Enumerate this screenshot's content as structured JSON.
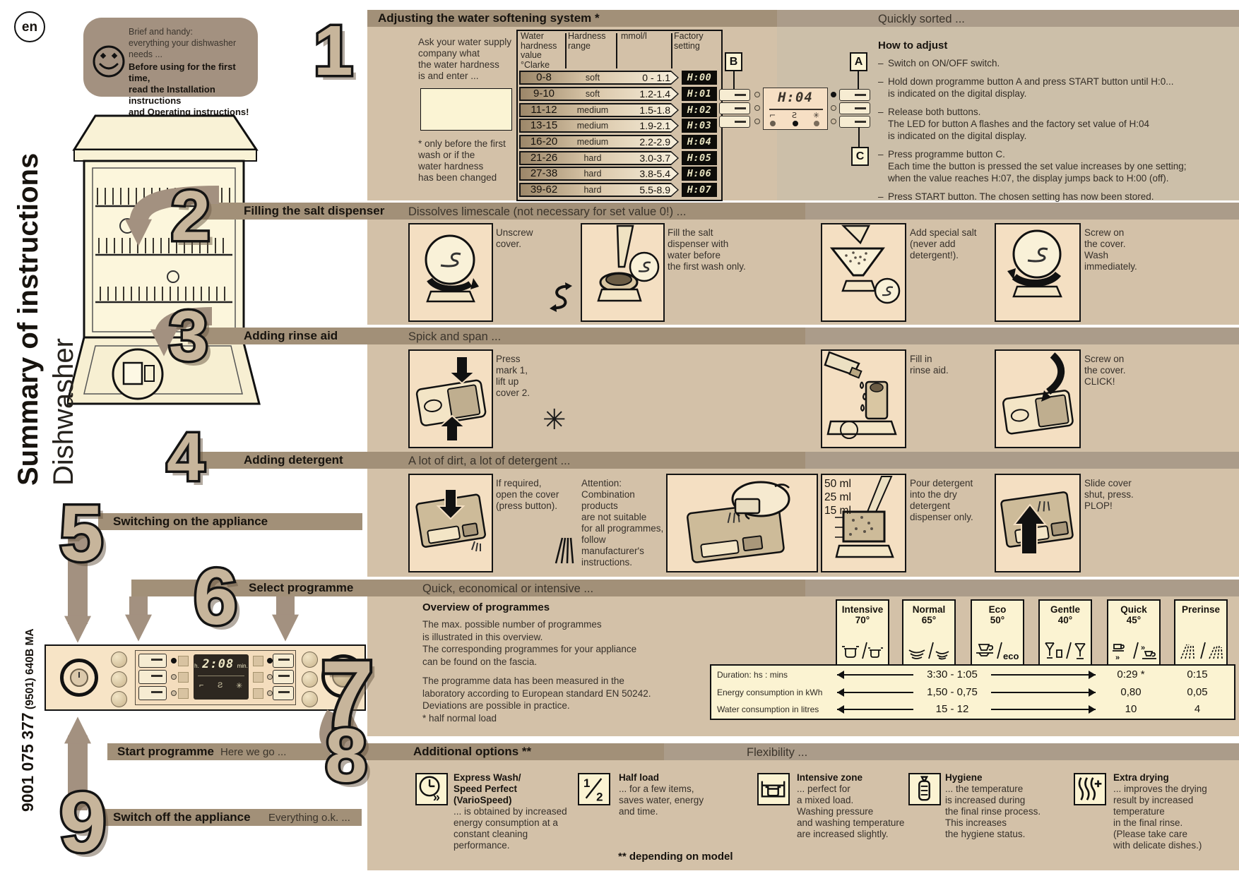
{
  "page": {
    "lang_badge": "en",
    "vertical_title_bold": "Summary of instructions",
    "vertical_title_regular": " Dishwasher",
    "doc_number": "9001 075 377",
    "doc_number_small": " (9501) 640B MA"
  },
  "intro": {
    "light": "Brief and handy:\neverything your dishwasher\nneeds ...",
    "bold": "Before using for the first time,\nread the Installation instructions\nand Operating instructions!"
  },
  "s1": {
    "num": "1",
    "title": "Adjusting the water softening system *",
    "tagline": "Quickly sorted ...",
    "ask": "Ask your water supply\ncompany what\nthe water hardness\nis and enter ...",
    "footnote": "* only before the first\nwash or if the\nwater hardness\nhas been changed",
    "table": {
      "h_clarke": "Water\nhardness\nvalue\n°Clarke",
      "h_range": "Hardness\nrange",
      "h_mmol": "mmol/l",
      "h_setting": "Factory\nsetting",
      "rows": [
        {
          "clarke": "0-8",
          "range": "soft",
          "mmol": "0 - 1.1",
          "set": "H:00"
        },
        {
          "clarke": "9-10",
          "range": "soft",
          "mmol": "1.2-1.4",
          "set": "H:01"
        },
        {
          "clarke": "11-12",
          "range": "medium",
          "mmol": "1.5-1.8",
          "set": "H:02"
        },
        {
          "clarke": "13-15",
          "range": "medium",
          "mmol": "1.9-2.1",
          "set": "H:03"
        },
        {
          "clarke": "16-20",
          "range": "medium",
          "mmol": "2.2-2.9",
          "set": "H:04"
        },
        {
          "clarke": "21-26",
          "range": "hard",
          "mmol": "3.0-3.7",
          "set": "H:05"
        },
        {
          "clarke": "27-38",
          "range": "hard",
          "mmol": "3.8-5.4",
          "set": "H:06"
        },
        {
          "clarke": "39-62",
          "range": "hard",
          "mmol": "5.5-8.9",
          "set": "H:07"
        }
      ]
    },
    "panel": {
      "label_b": "B",
      "label_a": "A",
      "label_c": "C",
      "display": "H:04",
      "indicator_icons": [
        "water-tap-icon",
        "salt-refill-icon",
        "rinse-aid-icon"
      ]
    },
    "howto": {
      "title": "How to adjust",
      "steps": [
        "Switch on ON/OFF switch.",
        "Hold down programme button A and press START button until H:0...\nis indicated on the digital display.",
        "Release both buttons.\nThe LED for button A flashes and the factory set value of H:04\nis indicated on the digital display.",
        "Press programme button C.\nEach time the button is pressed the set value increases by one setting;\nwhen the value reaches H:07, the display jumps back to H:00 (off).",
        "Press START button. The chosen setting has now been stored."
      ]
    }
  },
  "s2": {
    "num": "2",
    "title": "Filling the salt dispenser",
    "tagline": "Dissolves limescale (not necessary for set value 0!) ...",
    "caps": [
      "Unscrew\ncover.",
      "Fill the salt\ndispenser with\nwater before\nthe first wash only.",
      "Add special salt\n(never add\ndetergent!).",
      "Screw on\nthe cover.\nWash\nimmediately."
    ]
  },
  "s3": {
    "num": "3",
    "title": "Adding rinse aid",
    "tagline": "Spick and span ...",
    "caps": [
      "Press\nmark 1,\nlift up\ncover 2.",
      "Fill in\nrinse aid.",
      "Screw on\nthe cover.\nCLICK!"
    ]
  },
  "s4": {
    "num": "4",
    "title": "Adding detergent",
    "tagline": "A lot of dirt, a lot of detergent ...",
    "caps": [
      "If required,\nopen the cover\n(press button).",
      "Pour detergent\ninto the dry\ndetergent\ndispenser only.",
      "Slide cover\nshut, press.\nPLOP!"
    ],
    "attention": "Attention:\nCombination\nproducts\nare not suitable\nfor all programmes,\nfollow\nmanufacturer's\ninstructions.",
    "ml_labels": "50 ml\n25 ml\n15 ml"
  },
  "s5": {
    "num": "5",
    "title": "Switching on the appliance"
  },
  "s6": {
    "num": "6",
    "title": "Select programme",
    "tagline": "Quick, economical or intensive ...",
    "overview_title": "Overview of programmes",
    "p1": "The max. possible number of programmes\nis illustrated in this overview.\nThe corresponding programmes for your appliance\ncan be found on the fascia.",
    "p2": "The programme data has been measured in the\nlaboratory according to European standard EN 50242.\nDeviations are possible in practice.\n* half normal load",
    "chart_data": {
      "type": "table",
      "programmes": [
        {
          "name": "Intensive",
          "temp": "70°"
        },
        {
          "name": "Normal",
          "temp": "65°"
        },
        {
          "name": "Eco",
          "temp": "50°"
        },
        {
          "name": "Gentle",
          "temp": "40°"
        },
        {
          "name": "Quick",
          "temp": "45°"
        },
        {
          "name": "Prerinse",
          "temp": ""
        }
      ],
      "rows": [
        {
          "label": "Duration: hs : mins",
          "range": "3:30 - 1:05",
          "quick": "0:29 *",
          "prerinse": "0:15"
        },
        {
          "label": "Energy consumption in kWh",
          "range": "1,50 - 0,75",
          "quick": "0,80",
          "prerinse": "0,05"
        },
        {
          "label": "Water consumption in litres",
          "range": "15 - 12",
          "quick": "10",
          "prerinse": "4"
        }
      ]
    }
  },
  "s7": {
    "num": "7",
    "title": "Additional options **",
    "tagline": "Flexibility ...",
    "options": [
      {
        "title": "Express Wash/\nSpeed Perfect\n(VarioSpeed)",
        "body": "... is obtained by increased\nenergy consumption at a\nconstant cleaning\nperformance."
      },
      {
        "title": "Half load",
        "body": "... for a few items,\nsaves water, energy\nand time."
      },
      {
        "title": "Intensive zone",
        "body": "... perfect for\na mixed load.\nWashing pressure\nand washing temperature\nare increased slightly."
      },
      {
        "title": "Hygiene",
        "body": "... the temperature\nis increased during\nthe final rinse process.\nThis increases\nthe hygiene status."
      },
      {
        "title": "Extra drying",
        "body": "... improves the drying\nresult by increased\ntemperature\nin the final rinse.\n(Please take care\nwith delicate dishes.)"
      }
    ],
    "footnote": "** depending on model"
  },
  "s8": {
    "num": "8",
    "title": "Start programme",
    "tagline": "Here we go ..."
  },
  "s9": {
    "num": "9",
    "title": "Switch off the appliance",
    "tagline": "Everything o.k. ..."
  },
  "fascia": {
    "display_h": "h.",
    "display_time": "2:08",
    "display_min": "min."
  },
  "colors": {
    "bar": "#a29078",
    "bar_light": "#ab9c8a",
    "panel": "#d3c1a8",
    "panel_light": "#ccbfa9",
    "card": "#fbf3d2",
    "frame": "#f4dfc2"
  }
}
